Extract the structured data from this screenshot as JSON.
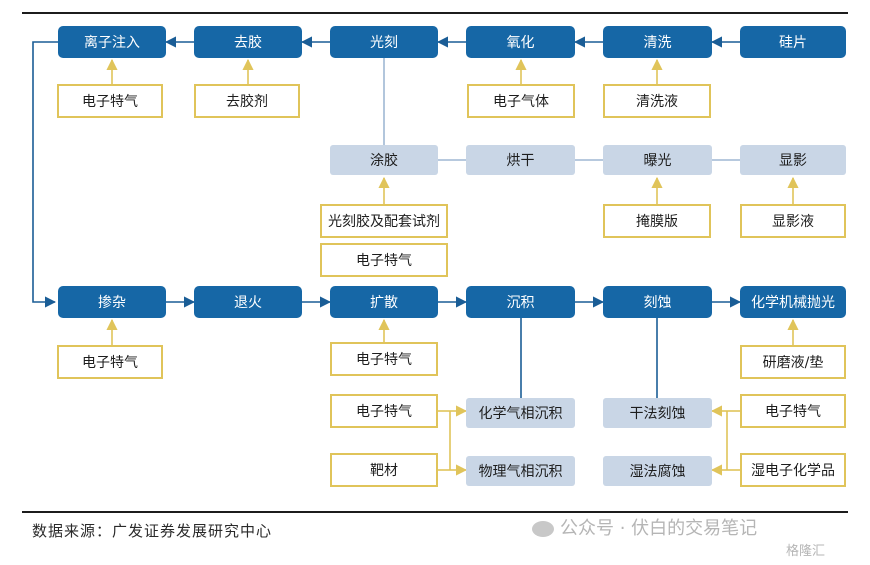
{
  "source": "数据来源：广发证券发展研究中心",
  "watermark": "公众号 · 伏白的交易笔记",
  "watermark_brand": "格隆汇",
  "wechat_icon": "wechat-icon",
  "row1": {
    "ion": "离子注入",
    "strip": "去胶",
    "litho": "光刻",
    "oxid": "氧化",
    "clean": "清洗",
    "wafer": "硅片"
  },
  "row1_mats": {
    "ion_gas": "电子特气",
    "stripper": "去胶剂",
    "oxid_gas": "电子气体",
    "clean_liq": "清洗液"
  },
  "row2": {
    "coat": "涂胶",
    "bake": "烘干",
    "expose": "曝光",
    "develop": "显影"
  },
  "row2_mats": {
    "photoresist": "光刻胶及配套试剂",
    "coat_gas": "电子特气",
    "mask": "掩膜版",
    "dev_liq": "显影液"
  },
  "row3": {
    "dope": "掺杂",
    "anneal": "退火",
    "diffuse": "扩散",
    "deposit": "沉积",
    "etch": "刻蚀",
    "cmp": "化学机械抛光"
  },
  "row3_mats": {
    "dope_gas": "电子特气",
    "diff_gas": "电子特气",
    "cmp_pad": "研磨液/垫"
  },
  "dep_sub": {
    "cvd": "化学气相沉积",
    "pvd": "物理气相沉积"
  },
  "dep_mats": {
    "gas": "电子特气",
    "target": "靶材"
  },
  "etch_sub": {
    "dry": "干法刻蚀",
    "wet": "湿法腐蚀"
  },
  "etch_mats": {
    "gas": "电子特气",
    "wet_chem": "湿电子化学品"
  }
}
